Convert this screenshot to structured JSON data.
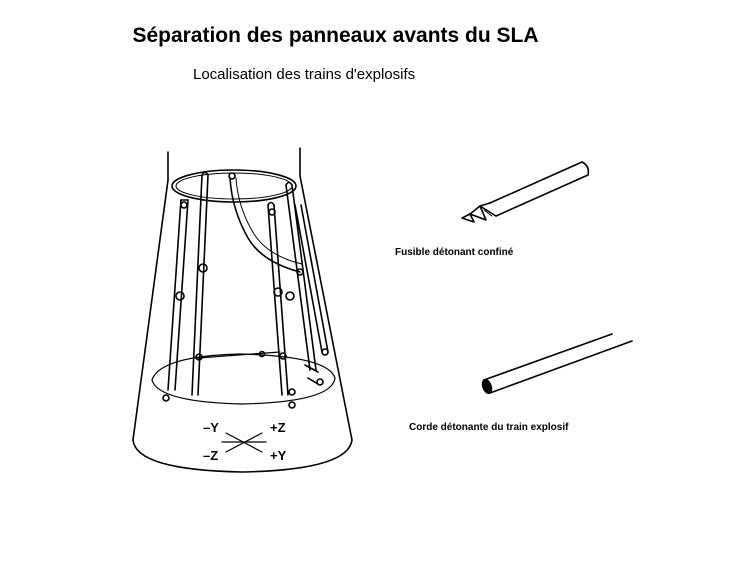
{
  "title": "Séparation des panneaux avants du SLA",
  "subtitle": "Localisation des trains d'explosifs",
  "labels": {
    "fuse": "Fusible détonant confiné",
    "cord": "Corde détonante du train explosif"
  },
  "axes": {
    "minus_y": "–Y",
    "plus_z": "+Z",
    "minus_z": "–Z",
    "plus_y": "+Y"
  }
}
